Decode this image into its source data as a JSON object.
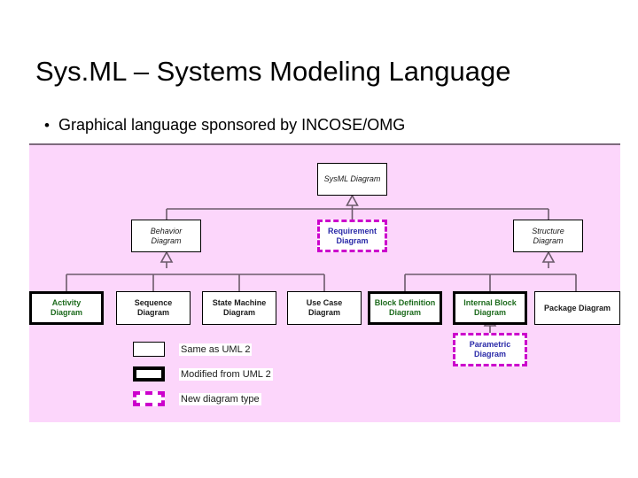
{
  "slide": {
    "title": "Sys.ML – Systems Modeling Language",
    "bullets": [
      {
        "mark": "•",
        "text": "Graphical language sponsored by INCOSE/OMG"
      }
    ]
  },
  "diagram": {
    "panel_background": "#fcd6fb",
    "colors": {
      "new_type_border": "#cc00cc",
      "new_type_text": "#2a2aa8",
      "modified_text": "#1d6b1d",
      "same_text": "#1a1a1a",
      "connector": "#6b5a6a"
    },
    "nodes": [
      {
        "id": "sysml",
        "label": "SysML  Diagram",
        "kind": "abstract"
      },
      {
        "id": "behavior",
        "label": "Behavior\nDiagram",
        "kind": "abstract"
      },
      {
        "id": "requirement",
        "label": "Requirement\nDiagram",
        "kind": "newtype"
      },
      {
        "id": "structure",
        "label": "Structure\nDiagram",
        "kind": "abstract"
      },
      {
        "id": "activity",
        "label": "Activity\nDiagram",
        "kind": "modified"
      },
      {
        "id": "sequence",
        "label": "Sequence\nDiagram",
        "kind": "same"
      },
      {
        "id": "state-machine",
        "label": "State Machine\nDiagram",
        "kind": "same"
      },
      {
        "id": "use-case",
        "label": "Use Case\nDiagram",
        "kind": "same"
      },
      {
        "id": "block-definition",
        "label": "Block Definition\nDiagram",
        "kind": "modified"
      },
      {
        "id": "internal-block",
        "label": "Internal Block\nDiagram",
        "kind": "modified"
      },
      {
        "id": "package",
        "label": "Package Diagram",
        "kind": "same"
      },
      {
        "id": "parametric",
        "label": "Parametric\nDiagram",
        "kind": "newtype"
      }
    ],
    "legend": [
      {
        "id": "same",
        "label": "Same as UML 2"
      },
      {
        "id": "modified",
        "label": "Modified from UML 2"
      },
      {
        "id": "newtype",
        "label": "New diagram type"
      }
    ]
  }
}
